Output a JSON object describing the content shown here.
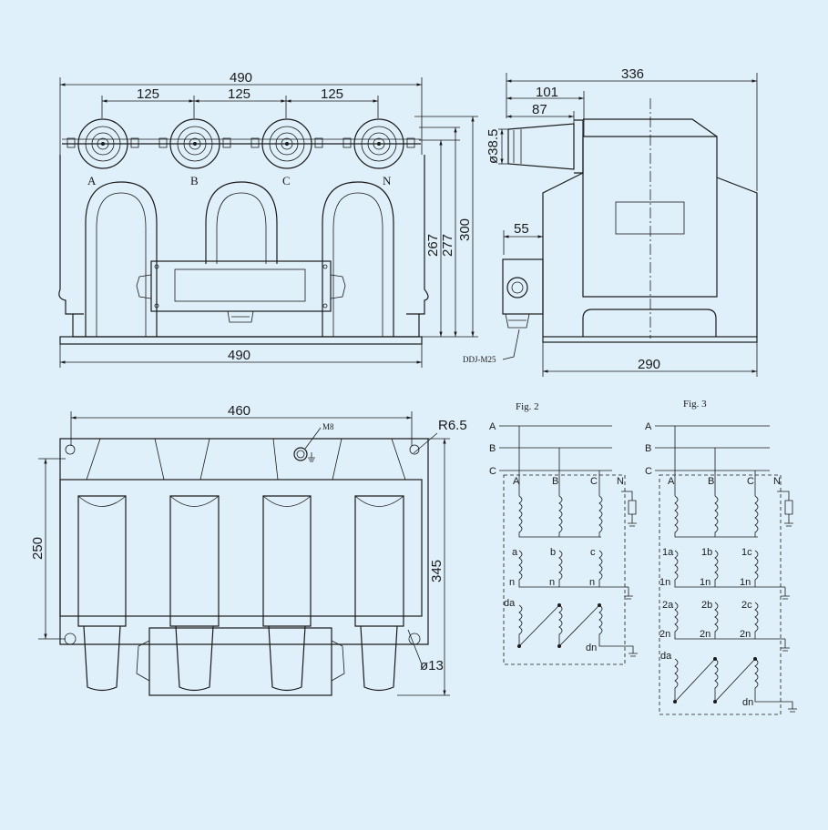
{
  "colors": {
    "background": "#dff0fb",
    "line": "#1a1a1a"
  },
  "front_view": {
    "dim_overall_top": "490",
    "dim_pitch": [
      "125",
      "125",
      "125"
    ],
    "dim_overall_bottom": "490",
    "dim_heights": [
      "267",
      "277",
      "300"
    ],
    "terminals": [
      "A",
      "B",
      "C",
      "N"
    ]
  },
  "side_view": {
    "dim_width": "336",
    "dim_101": "101",
    "dim_87": "87",
    "dim_dia": "ø38.5",
    "dim_55": "55",
    "dim_base": "290",
    "gland_label": "DDJ-M25"
  },
  "top_view": {
    "dim_width": "460",
    "dim_radius": "R6.5",
    "ground_bolt": "M8",
    "dim_250": "250",
    "dim_345": "345",
    "dim_hole": "ø13"
  },
  "fig2": {
    "title": "Fig. 2",
    "bus": [
      "A",
      "B",
      "C"
    ],
    "primary": [
      "A",
      "B",
      "C",
      "N"
    ],
    "secondary_top": [
      "a",
      "b",
      "c"
    ],
    "secondary_bottom": [
      "n",
      "n",
      "n"
    ],
    "open_delta": [
      "da",
      "dn"
    ]
  },
  "fig3": {
    "title": "Fig. 3",
    "bus": [
      "A",
      "B",
      "C"
    ],
    "primary": [
      "A",
      "B",
      "C",
      "N"
    ],
    "w1_top": [
      "1a",
      "1b",
      "1c"
    ],
    "w1_bottom": [
      "1n",
      "1n",
      "1n"
    ],
    "w2_top": [
      "2a",
      "2b",
      "2c"
    ],
    "w2_bottom": [
      "2n",
      "2n",
      "2n"
    ],
    "open_delta": [
      "da",
      "dn"
    ]
  }
}
